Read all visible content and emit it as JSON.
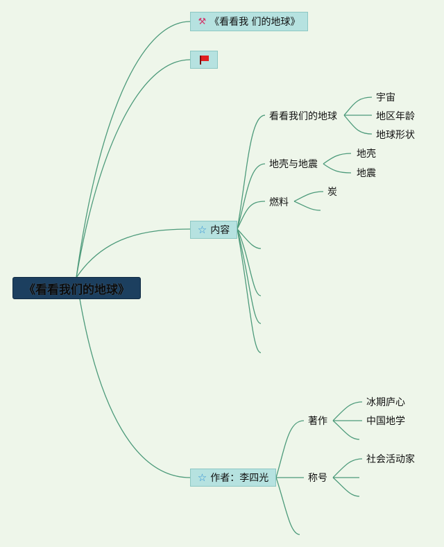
{
  "root": {
    "label": "《看看我们的地球》"
  },
  "title_node": {
    "label": "《看看我 们的地球》",
    "icon": "magic-wand-icon"
  },
  "flag_node": {
    "icon": "red-flag-icon"
  },
  "content": {
    "label": "内容",
    "icon": "star-icon",
    "children": [
      {
        "label": "看看我们的地球",
        "children": [
          "宇宙",
          "地区年龄",
          "地球形状"
        ]
      },
      {
        "label": "地壳与地震",
        "children": [
          "地壳",
          "地震"
        ]
      },
      {
        "label": "燃料",
        "children": [
          "炭"
        ]
      }
    ]
  },
  "author": {
    "label": "作者：李四光",
    "icon": "star-icon",
    "children": [
      {
        "label": "著作",
        "children": [
          "冰期庐心",
          "中国地学"
        ]
      },
      {
        "label": "称号",
        "children": [
          "社会活动家"
        ]
      }
    ]
  },
  "colors": {
    "background": "#eef6ea",
    "link": "#4c9a7a",
    "node_fill": "#b6e2e0",
    "root_fill": "#1c3f5f"
  }
}
